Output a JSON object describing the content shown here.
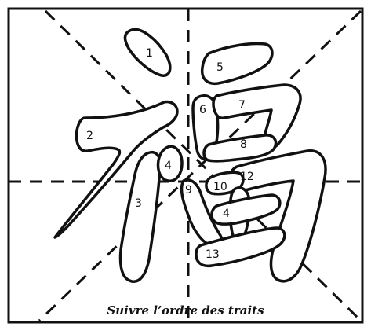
{
  "caption": "Suivre l’ordre des traits",
  "stroke_numbers": [
    "1",
    "2",
    "3",
    "4",
    "5",
    "6",
    "7",
    "8",
    "9",
    "10",
    "12",
    "4",
    "13"
  ],
  "colors": {
    "outline": "#111111",
    "guides": "#111111",
    "background": "#ffffff"
  }
}
